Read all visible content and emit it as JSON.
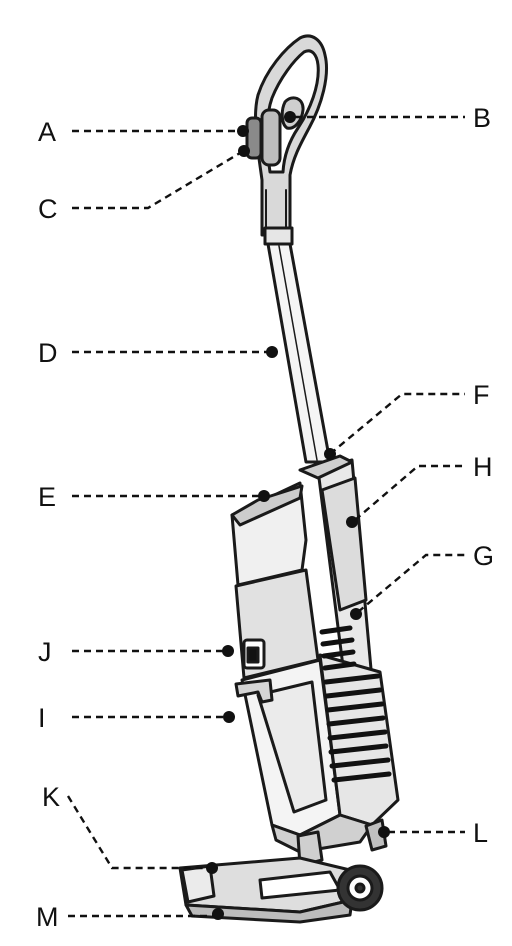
{
  "diagram": {
    "labels": [
      {
        "id": "A",
        "text": "A"
      },
      {
        "id": "B",
        "text": "B"
      },
      {
        "id": "C",
        "text": "C"
      },
      {
        "id": "D",
        "text": "D"
      },
      {
        "id": "E",
        "text": "E"
      },
      {
        "id": "F",
        "text": "F"
      },
      {
        "id": "G",
        "text": "G"
      },
      {
        "id": "H",
        "text": "H"
      },
      {
        "id": "I",
        "text": "I"
      },
      {
        "id": "J",
        "text": "J"
      },
      {
        "id": "K",
        "text": "K"
      },
      {
        "id": "L",
        "text": "L"
      },
      {
        "id": "M",
        "text": "M"
      }
    ]
  },
  "colors": {
    "stroke": "#1a1a1a",
    "body_light": "#f2f2f2",
    "body_mid": "#d6d6d6",
    "body_dark": "#b8b8b8",
    "vent": "#111111"
  }
}
